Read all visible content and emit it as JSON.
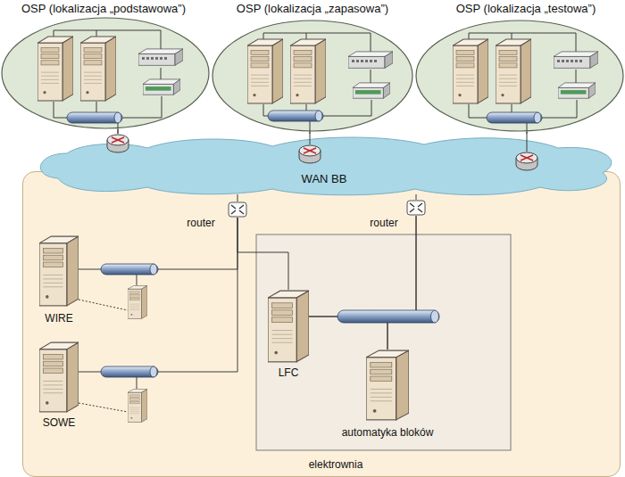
{
  "diagram": {
    "nodes": [
      {
        "text": [
          "OSP (lokalizacja „podstawowa”)"
        ]
      },
      {
        "text": [
          "OSP (lokalizacja „zapasowa”)"
        ]
      },
      {
        "text": [
          "OSP (lokalizacja „testowa”)"
        ]
      },
      {
        "text": [
          "WAN BB"
        ]
      },
      {
        "text": [
          "elektrownia"
        ]
      },
      {
        "text": [
          "router"
        ],
        "in": 4
      },
      {
        "text": [
          "router"
        ],
        "in": 4
      },
      {
        "text": [
          "WIRE"
        ],
        "in": 4
      },
      {
        "text": [
          "SOWE"
        ],
        "in": 4
      },
      {
        "text": [
          "LFC"
        ],
        "in": 4
      },
      {
        "text": [
          "automatyka bloków"
        ],
        "in": 4
      }
    ],
    "edges": [
      {
        "from": 0,
        "to": 3,
        "arrow": "none"
      },
      {
        "from": 1,
        "to": 3,
        "arrow": "none"
      },
      {
        "from": 2,
        "to": 3,
        "arrow": "none"
      },
      {
        "from": 5,
        "to": 3,
        "arrow": "none"
      },
      {
        "from": 6,
        "to": 3,
        "arrow": "none"
      },
      {
        "from": 7,
        "to": 5,
        "arrow": "none"
      },
      {
        "from": 8,
        "to": 5,
        "arrow": "none"
      },
      {
        "from": 5,
        "to": 9,
        "arrow": "none"
      },
      {
        "from": 6,
        "to": 9,
        "arrow": "none"
      },
      {
        "from": 6,
        "to": 10,
        "arrow": "none"
      },
      {
        "from": 9,
        "to": 10,
        "arrow": "none"
      }
    ]
  }
}
